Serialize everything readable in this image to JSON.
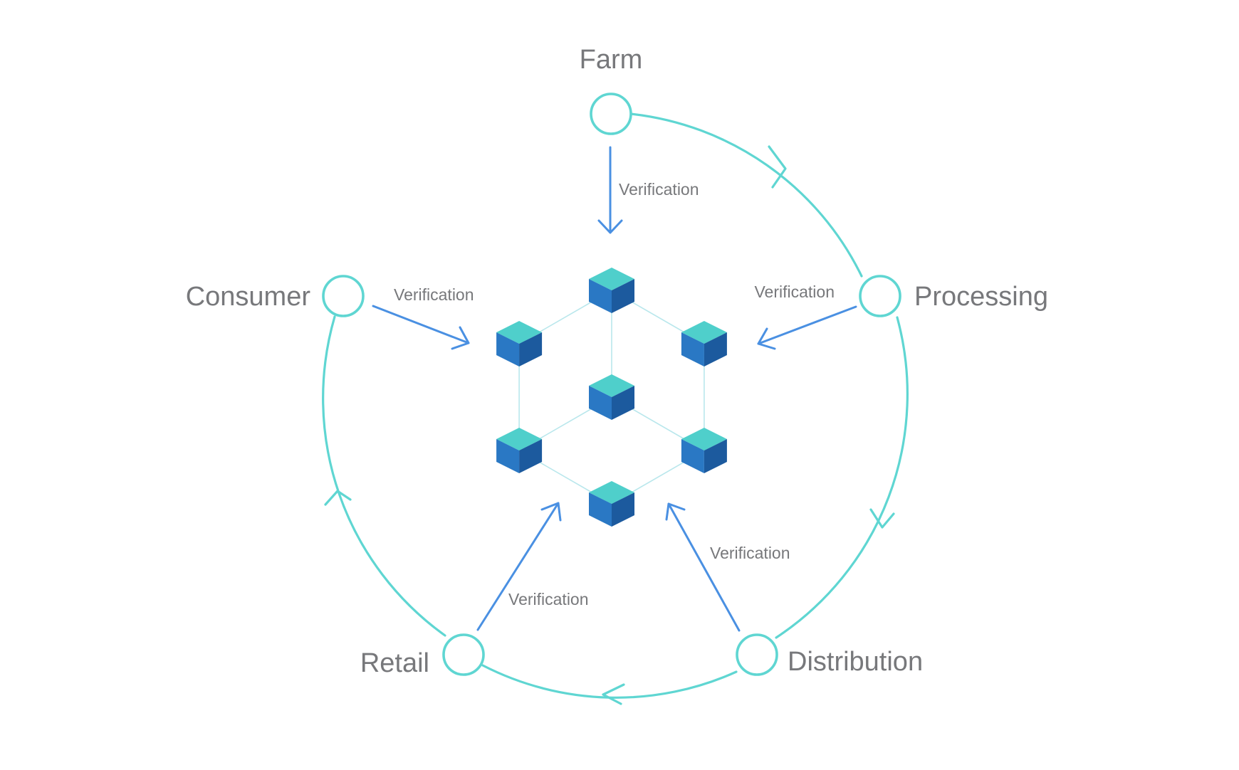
{
  "diagram": {
    "stages": [
      {
        "id": "farm",
        "label": "Farm",
        "icon": "stage-node-circle"
      },
      {
        "id": "processing",
        "label": "Processing",
        "icon": "stage-node-circle"
      },
      {
        "id": "distribution",
        "label": "Distribution",
        "icon": "stage-node-circle"
      },
      {
        "id": "retail",
        "label": "Retail",
        "icon": "stage-node-circle"
      },
      {
        "id": "consumer",
        "label": "Consumer",
        "icon": "stage-node-circle"
      }
    ],
    "verification_label": "Verification",
    "verification_arrows": [
      {
        "from": "farm",
        "label": "Verification"
      },
      {
        "from": "processing",
        "label": "Verification"
      },
      {
        "from": "distribution",
        "label": "Verification"
      },
      {
        "from": "retail",
        "label": "Verification"
      },
      {
        "from": "consumer",
        "label": "Verification"
      }
    ],
    "center_network": {
      "icon": "blockchain-cube-icon",
      "block_count": 7
    },
    "colors": {
      "ring": "#5fd6d2",
      "arrow": "#4a90e2",
      "label": "#77787b",
      "cube_top": "#4fcfcb",
      "cube_left": "#2a78c4",
      "cube_right": "#1c5a9e",
      "network_line": "#b9e7ec"
    }
  }
}
